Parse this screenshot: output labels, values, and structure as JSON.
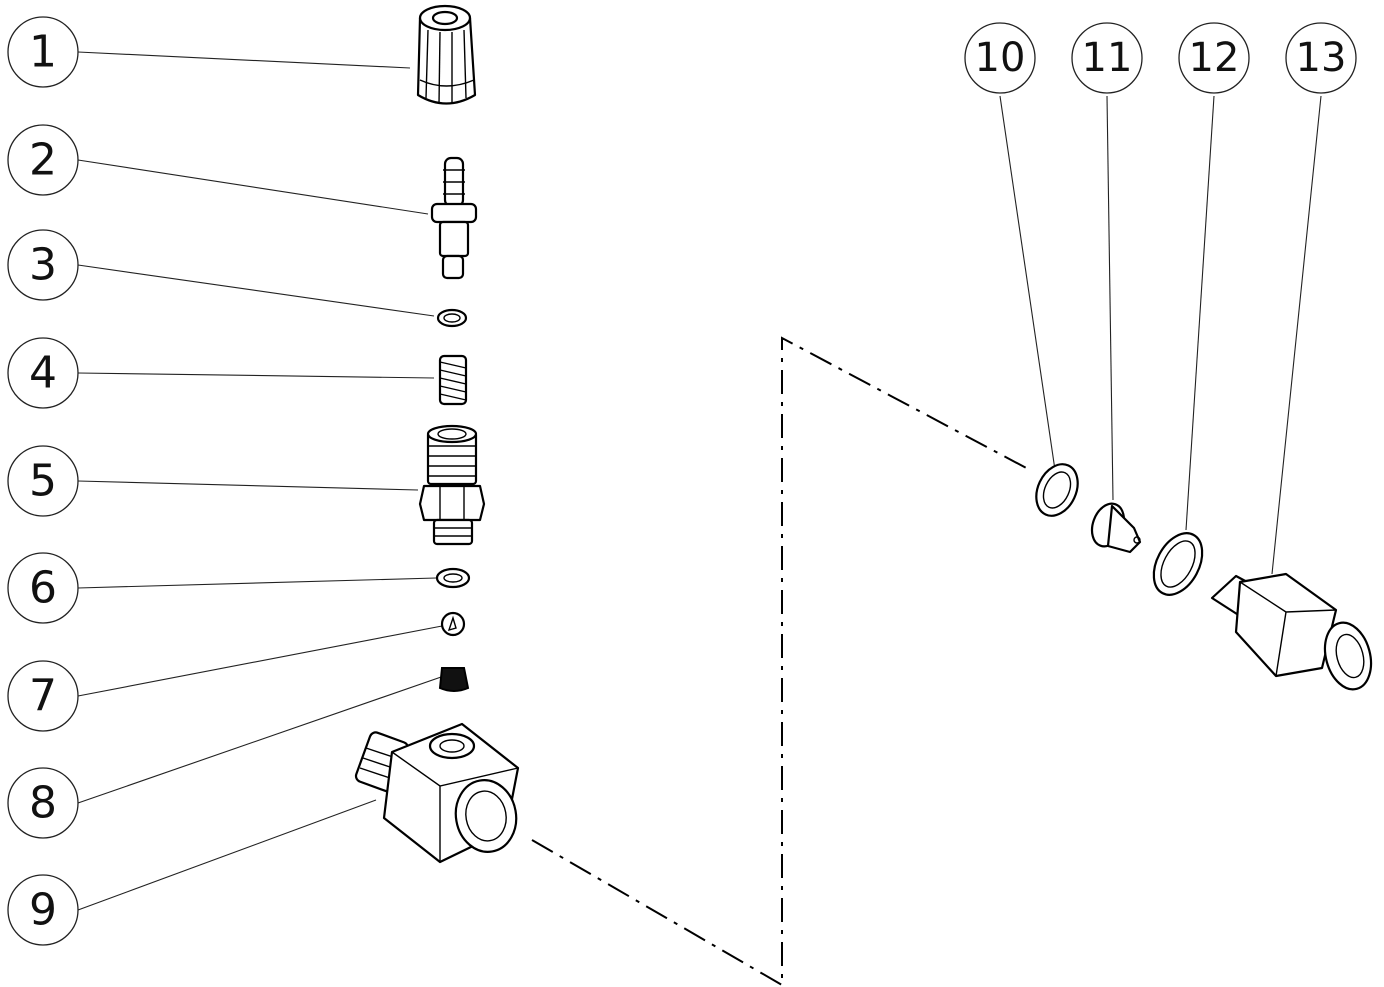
{
  "callouts": [
    {
      "label": "1"
    },
    {
      "label": "2"
    },
    {
      "label": "3"
    },
    {
      "label": "4"
    },
    {
      "label": "5"
    },
    {
      "label": "6"
    },
    {
      "label": "7"
    },
    {
      "label": "8"
    },
    {
      "label": "9"
    },
    {
      "label": "10"
    },
    {
      "label": "11"
    },
    {
      "label": "12"
    },
    {
      "label": "13"
    }
  ],
  "colors": {
    "line": "#000000",
    "background": "#ffffff"
  }
}
